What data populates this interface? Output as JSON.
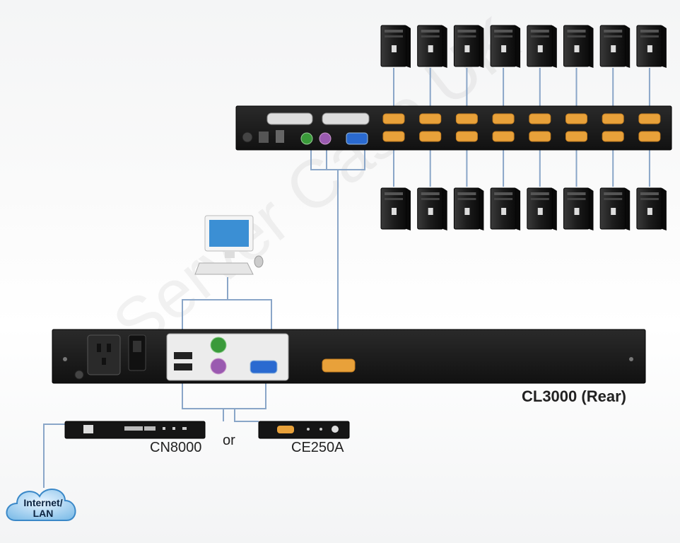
{
  "labels": {
    "main_device": "CL3000 (Rear)",
    "option_a": "CN8000",
    "connector": "or",
    "option_b": "CE250A",
    "network_line1": "Internet/",
    "network_line2": "LAN"
  },
  "watermark": "Server Case UK",
  "server_rows": 2,
  "servers_per_row": 8,
  "colors": {
    "device_body": "#1a1a1a",
    "port_orange": "#e8a13a",
    "ps2_green": "#3a9a3a",
    "ps2_purple": "#9a5ab0",
    "vga_blue": "#2a6ad0",
    "cable": "#8aa6c8",
    "cloud": "#4fa3e0"
  }
}
